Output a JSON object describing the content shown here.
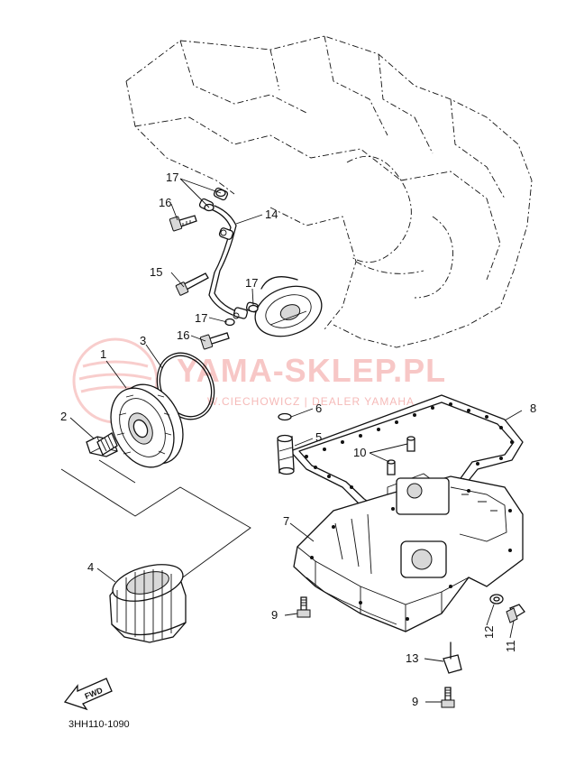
{
  "diagram": {
    "callouts": [
      {
        "id": "c1",
        "text": "1"
      },
      {
        "id": "c2",
        "text": "2"
      },
      {
        "id": "c3",
        "text": "3"
      },
      {
        "id": "c4",
        "text": "4"
      },
      {
        "id": "c5",
        "text": "5"
      },
      {
        "id": "c6",
        "text": "6"
      },
      {
        "id": "c7",
        "text": "7"
      },
      {
        "id": "c8",
        "text": "8"
      },
      {
        "id": "c9a",
        "text": "9"
      },
      {
        "id": "c9b",
        "text": "9"
      },
      {
        "id": "c10",
        "text": "10"
      },
      {
        "id": "c11",
        "text": "11"
      },
      {
        "id": "c12",
        "text": "12"
      },
      {
        "id": "c13",
        "text": "13"
      },
      {
        "id": "c14",
        "text": "14"
      },
      {
        "id": "c15",
        "text": "15"
      },
      {
        "id": "c16a",
        "text": "16"
      },
      {
        "id": "c16b",
        "text": "16"
      },
      {
        "id": "c17a",
        "text": "17"
      },
      {
        "id": "c17b",
        "text": "17"
      },
      {
        "id": "c17c",
        "text": "17"
      }
    ],
    "fwd_label": "FWD",
    "diagram_code": "3HH110-1090"
  },
  "watermark": {
    "title": "YAMA-SKLEP.PL",
    "subtitle": "W.CIECHOWICZ | DEALER YAMAHA",
    "color": "#e53935"
  }
}
